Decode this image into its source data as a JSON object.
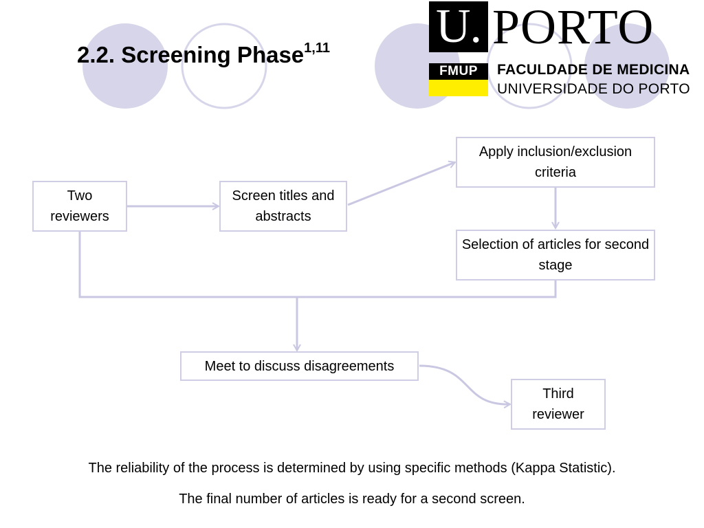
{
  "slide": {
    "title": "2.2. Screening Phase",
    "title_superscript": "1,11"
  },
  "logo": {
    "letter": "U.",
    "name": "PORTO",
    "badge": "FMUP",
    "faculty": "FACULDADE DE MEDICINA",
    "university": "UNIVERSIDADE DO PORTO"
  },
  "diagram": {
    "nodes": {
      "two_reviewers": "Two reviewers",
      "screen_titles": "Screen titles and abstracts",
      "apply_criteria": "Apply inclusion/exclusion criteria",
      "selection": "Selection of articles for second stage",
      "meet": "Meet to discuss disagreements",
      "third_reviewer": "Third reviewer"
    }
  },
  "notes": {
    "reliability": "The reliability of the process is determined by using specific methods (Kappa Statistic).",
    "final": "The final number of articles is ready for a second screen."
  },
  "colors": {
    "circle_fill": "#d6d5ea",
    "circle_stroke": "#d6d5ea",
    "connector": "#c9c7e2",
    "node_border": "#cfcde6",
    "logo_yellow": "#ffee00"
  }
}
